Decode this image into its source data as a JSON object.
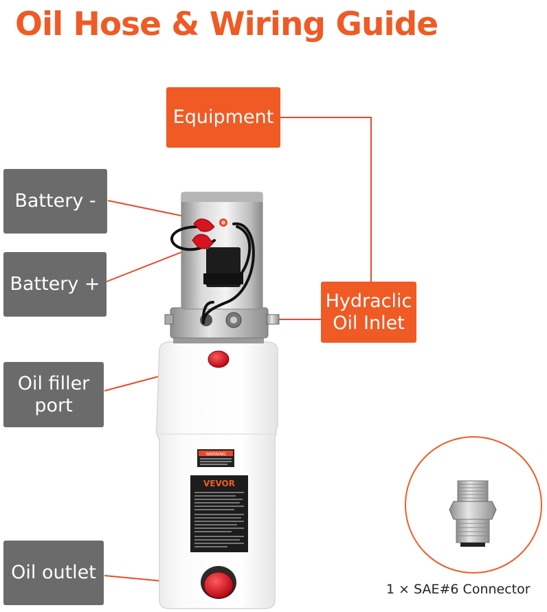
{
  "title": "Oil Hose & Wiring Guide",
  "labels": {
    "equipment": "Equipment",
    "battery_negative": "Battery -",
    "battery_positive": "Battery +",
    "hydraulic_inlet_line1": "Hydraclic",
    "hydraulic_inlet_line2": "Oil Inlet",
    "oil_filler_line1": "Oil filler",
    "oil_filler_line2": "port",
    "oil_outlet": "Oil outlet"
  },
  "product": {
    "brand": "VEVOR",
    "warning": "WARNING"
  },
  "connector_caption": "1 × SAE#6 Connector",
  "colors": {
    "accent": "#f05a24",
    "gray_label": "#6b6b6b",
    "leader_line": "#e8492a"
  }
}
